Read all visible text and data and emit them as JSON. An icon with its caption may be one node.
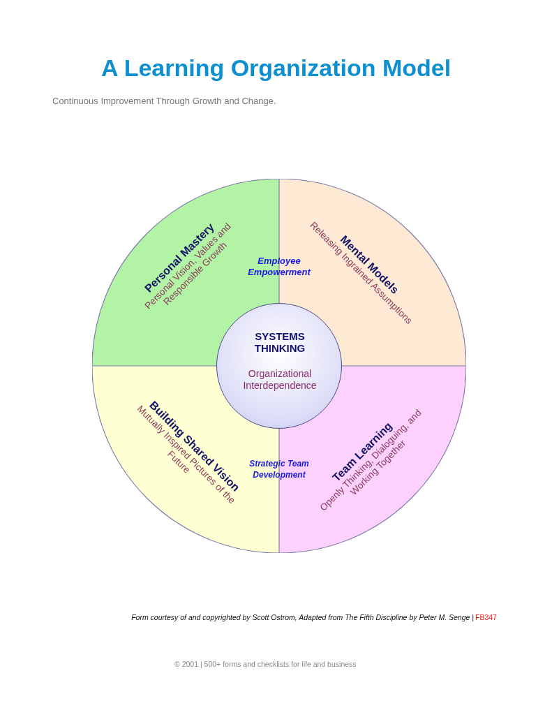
{
  "diagram": {
    "title": "A Learning Organization Model",
    "nodes": [
      {
        "text": [
          "Personal Mastery",
          "Personal Vision, Values and Responsible Growth"
        ]
      },
      {
        "text": [
          "Mental Models",
          "Releasing Ingrained Assumptions"
        ]
      },
      {
        "text": [
          "Building Shared Vision",
          "Mutually Inspired Pictures of the Future"
        ]
      },
      {
        "text": [
          "Team Learning",
          "Openly Thinking, Dialoguing, and Working Together"
        ]
      },
      {
        "text": [
          "SYSTEMS THINKING",
          "Organizational Interdependence"
        ]
      }
    ],
    "labels": [
      "Continuous Improvement Through Growth and Change.",
      "Employee Empowerment",
      "Strategic Team Development",
      "Form courtesy of and copyrighted by Scott Ostrom, Adapted from The Fifth Discipline by Peter M. Senge |",
      "FB347",
      "© 2001 | 500+ forms and checklists for life and business"
    ]
  }
}
